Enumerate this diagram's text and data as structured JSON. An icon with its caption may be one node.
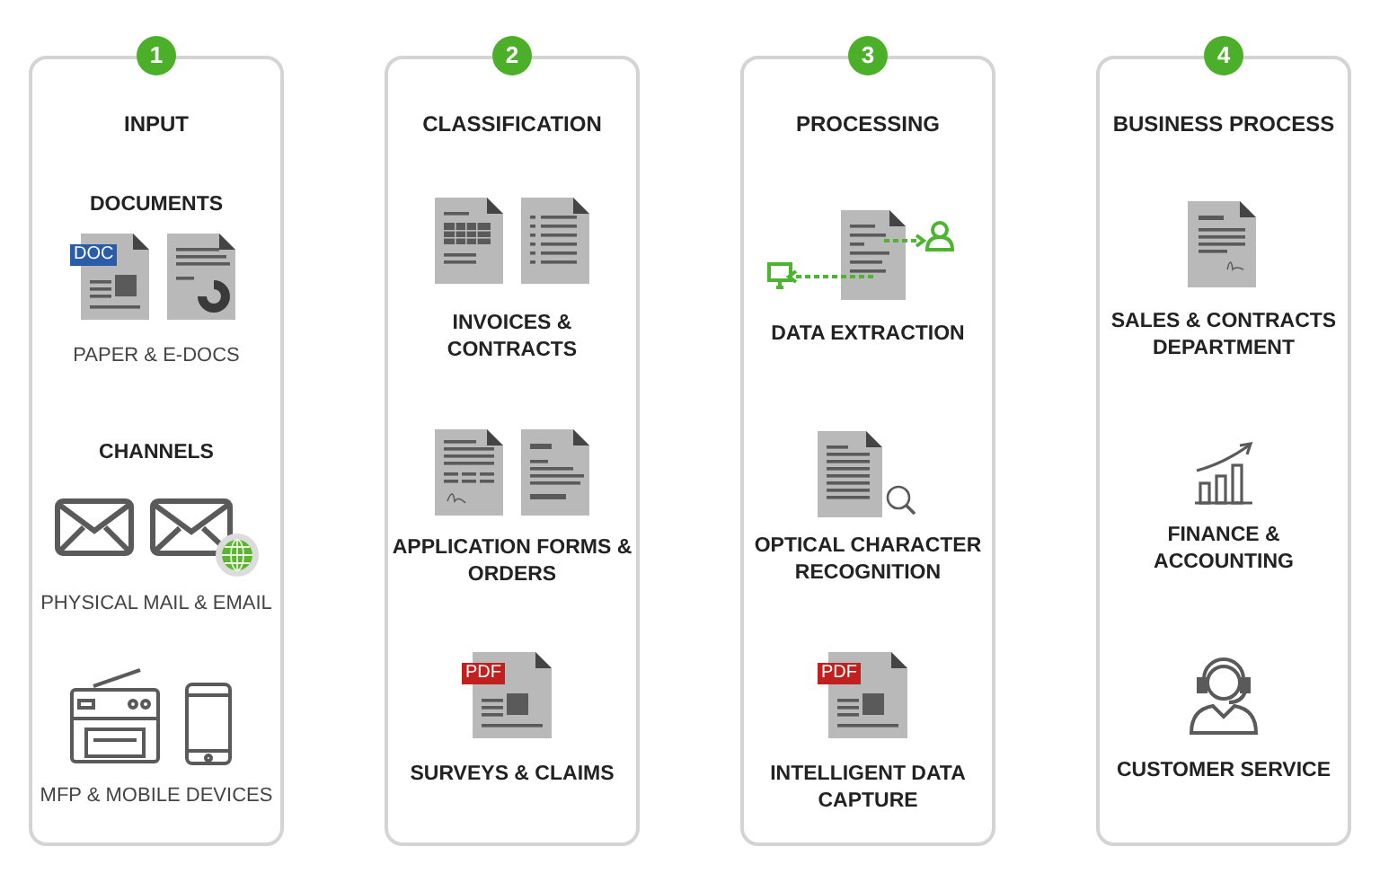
{
  "diagram": {
    "nodes": [
      {
        "text": [
          "1"
        ]
      },
      {
        "text": [
          "INPUT",
          "DOCUMENTS",
          "PAPER & E-DOCS",
          "CHANNELS",
          "PHYSICAL MAIL & EMAIL",
          "MFP & MOBILE DEVICES"
        ]
      },
      {
        "text": [
          "2"
        ]
      },
      {
        "text": [
          "CLASSIFICATION",
          "INVOICES & CONTRACTS",
          "APPLICATION FORMS & ORDERS",
          "SURVEYS & CLAIMS"
        ]
      },
      {
        "text": [
          "3"
        ]
      },
      {
        "text": [
          "PROCESSING",
          "DATA EXTRACTION",
          "OPTICAL CHARACTER RECOGNITION",
          "INTELLIGENT DATA CAPTURE"
        ]
      },
      {
        "text": [
          "4"
        ]
      },
      {
        "text": [
          "BUSINESS PROCESS",
          "SALES & CONTRACTS DEPARTMENT",
          "FINANCE & ACCOUNTING",
          "CUSTOMER SERVICE"
        ]
      }
    ],
    "edges": [],
    "labels": [
      "DOC",
      "PDF",
      "PDF"
    ]
  }
}
